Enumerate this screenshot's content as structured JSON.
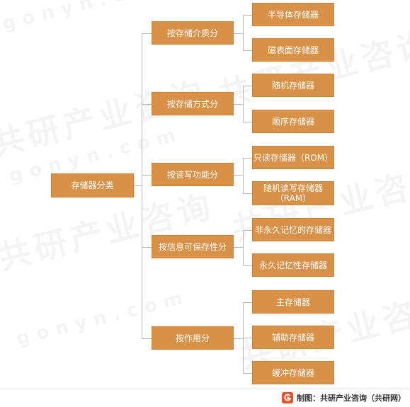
{
  "root": {
    "label": "存储器分类"
  },
  "categories": [
    {
      "label": "按存储介质分",
      "children": [
        "半导体存储器",
        "磁表面存储器"
      ]
    },
    {
      "label": "按存储方式分",
      "children": [
        "随机存储器",
        "顺序存储器"
      ]
    },
    {
      "label": "按读写功能分",
      "children": [
        "只读存储器（ROM）",
        [
          "随机读写存储器",
          "（RAM）"
        ]
      ]
    },
    {
      "label": "按信息可保存性分",
      "children": [
        "非永久记忆的存储器",
        "永久记忆性存储器"
      ]
    },
    {
      "label": "按作用分",
      "children": [
        "主存储器",
        "辅助存储器",
        "缓冲存储器"
      ]
    }
  ],
  "watermark": {
    "brand": "共研产业咨询",
    "url": "gonyn.com"
  },
  "source": {
    "text": "制图：共研产业咨询（共研网）"
  },
  "colors": {
    "box_fill": "#d99148",
    "box_text": "#ffffff",
    "connector": "#b8b8b8",
    "logo": "#e8512a"
  }
}
